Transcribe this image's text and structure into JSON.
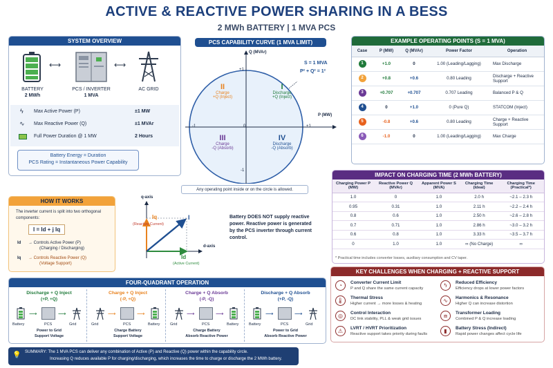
{
  "header": {
    "title": "ACTIVE & REACTIVE POWER SHARING IN A BESS",
    "subtitle": "2 MWh BATTERY  |  1 MVA PCS"
  },
  "system_overview": {
    "heading": "SYSTEM OVERVIEW",
    "battery_label": "BATTERY",
    "battery_value": "2 MWh",
    "pcs_label": "PCS / INVERTER",
    "pcs_value": "1 MVA",
    "grid_label": "AC GRID",
    "rows": [
      {
        "label": "Max Active Power (P)",
        "value": "±1 MW"
      },
      {
        "label": "Max Reactive Power (Q)",
        "value": "±1 MVAr"
      },
      {
        "label": "Full Power Duration @ 1 MW",
        "value": "2 Hours"
      }
    ],
    "note_line1": "Battery Energy = Duration",
    "note_line2": "PCS Rating = Instantaneous Power Capability"
  },
  "capability": {
    "heading": "PCS CAPABILITY CURVE (1 MVA LIMIT)",
    "q_axis": "Q (MVAr)",
    "p_axis": "P (MW)",
    "eq1": "S = 1 MVA",
    "eq2": "P² + Q² = 1²",
    "tick_pos": "+1",
    "tick_neg": "-1",
    "tick_zero": "0",
    "quadrants": [
      {
        "num": "II",
        "line1": "Charge",
        "line2": "+Q (Inject)",
        "color": "#e8821e"
      },
      {
        "num": "I",
        "line1": "Discharge",
        "line2": "+Q (Inject)",
        "color": "#1f7a3a"
      },
      {
        "num": "III",
        "line1": "Charge",
        "line2": "-Q (Absorb)",
        "color": "#6b3a96"
      },
      {
        "num": "IV",
        "line1": "Discharge",
        "line2": "-Q (Absorb)",
        "color": "#1f4f91"
      }
    ],
    "caption": "Any operating point inside or on the circle is allowed."
  },
  "operating_points": {
    "heading": "EXAMPLE OPERATING POINTS (S = 1 MVA)",
    "columns": [
      "Case",
      "P (MW)",
      "Q (MVAr)",
      "Power Factor",
      "Operation"
    ],
    "rows": [
      {
        "case": "1",
        "p": "+1.0",
        "q": "0",
        "pf": "1.00 (Leading/Lagging)",
        "op": "Max Discharge",
        "color": "#1f7a3a"
      },
      {
        "case": "2",
        "p": "+0.8",
        "q": "+0.6",
        "pf": "0.80 Leading",
        "op": "Discharge + Reactive Support",
        "color": "#f2a23a"
      },
      {
        "case": "3",
        "p": "+0.707",
        "q": "+0.707",
        "pf": "0.707 Leading",
        "op": "Balanced P & Q",
        "color": "#6b3a96"
      },
      {
        "case": "4",
        "p": "0",
        "q": "+1.0",
        "pf": "0 (Pure Q)",
        "op": "STATCOM (Inject)",
        "color": "#1f4f91"
      },
      {
        "case": "5",
        "p": "-0.8",
        "q": "+0.6",
        "pf": "0.80 Leading",
        "op": "Charge + Reactive Support",
        "color": "#e8621e"
      },
      {
        "case": "6",
        "p": "-1.0",
        "q": "0",
        "pf": "1.00 (Leading/Lagging)",
        "op": "Max Charge",
        "color": "#8a5ab8"
      }
    ]
  },
  "how_it_works": {
    "heading": "HOW IT WORKS",
    "intro": "The inverter current is split into two orthogonal components:",
    "formula": "I = Id + j Iq",
    "id_label": "Id",
    "id_text1": "→  Controls Active Power (P)",
    "id_text2": "(Charging / Discharging)",
    "iq_label": "Iq",
    "iq_text1": "→  Controls Reactive Power (Q)",
    "iq_text2": "(Voltage Support)"
  },
  "vector": {
    "q_axis": "q-axis",
    "d_axis": "d-axis",
    "iq": "Iq",
    "iq_sub": "(Reactive Current)",
    "id": "Id",
    "id_sub": "(Active Current)",
    "i": "I",
    "note": "Battery DOES NOT supply reactive power. Reactive power is generated by the PCS inverter through current control."
  },
  "impact": {
    "heading": "IMPACT ON CHARGING TIME (2 MWh BATTERY)",
    "columns": [
      "Charging Power P (MW)",
      "Reactive Power Q (MVAr)",
      "Apparent Power S (MVA)",
      "Charging Time (Ideal)",
      "Charging Time (Practical*)"
    ],
    "rows": [
      [
        "1.0",
        "0",
        "1.0",
        "2.0 h",
        "~2.1 – 2.3 h"
      ],
      [
        "0.95",
        "0.31",
        "1.0",
        "2.11 h",
        "~2.2 – 2.4 h"
      ],
      [
        "0.8",
        "0.6",
        "1.0",
        "2.50 h",
        "~2.6 – 2.8 h"
      ],
      [
        "0.7",
        "0.71",
        "1.0",
        "2.86 h",
        "~3.0 – 3.2 h"
      ],
      [
        "0.6",
        "0.8",
        "1.0",
        "3.33 h",
        "~3.5 – 3.7 h"
      ],
      [
        "0",
        "1.0",
        "1.0",
        "∞ (No Charge)",
        "∞"
      ]
    ],
    "footnote": "* Practical time includes converter losses, auxiliary consumption and CV taper."
  },
  "challenges": {
    "heading": "KEY CHALLENGES WHEN CHARGING + REACTIVE SUPPORT",
    "items": [
      {
        "title": "Converter Current Limit",
        "desc": "P and Q share the same current capacity",
        "icon": "gauge-icon"
      },
      {
        "title": "Reduced Efficiency",
        "desc": "Efficiency drops at lower power factors",
        "icon": "lightning-icon"
      },
      {
        "title": "Thermal Stress",
        "desc": "Higher current → more losses & heating",
        "icon": "thermometer-icon"
      },
      {
        "title": "Harmonics & Resonance",
        "desc": "Higher Q can increase distortion",
        "icon": "wave-icon"
      },
      {
        "title": "Control Interaction",
        "desc": "DC link stability, PLL & weak grid issues",
        "icon": "target-icon"
      },
      {
        "title": "Transformer Loading",
        "desc": "Combined P & Q increase loading",
        "icon": "transformer-icon"
      },
      {
        "title": "LVRT / HVRT Prioritization",
        "desc": "Reactive support takes priority during faults",
        "icon": "warning-icon"
      },
      {
        "title": "Battery Stress (Indirect)",
        "desc": "Rapid power changes affect cycle life",
        "icon": "battery-icon"
      }
    ]
  },
  "four_quadrant": {
    "heading": "FOUR-QUADRANT OPERATION",
    "items": [
      {
        "title": "Discharge + Q Inject",
        "sub": "(+P, +Q)",
        "left": "Battery",
        "right": "Grid",
        "pcs": "PCS",
        "cap1": "Power to Grid",
        "cap2": "Support Voltage",
        "color": "#1f7a3a"
      },
      {
        "title": "Charge + Q Inject",
        "sub": "(-P, +Q)",
        "left": "Grid",
        "right": "Battery",
        "pcs": "PCS",
        "cap1": "Charge Battery",
        "cap2": "Support Voltage",
        "color": "#e8821e"
      },
      {
        "title": "Charge + Q Absorb",
        "sub": "(-P, -Q)",
        "left": "Grid",
        "right": "Battery",
        "pcs": "PCS",
        "cap1": "Charge Battery",
        "cap2": "Absorb Reactive Power",
        "color": "#6b3a96"
      },
      {
        "title": "Discharge + Q Absorb",
        "sub": "(+P, -Q)",
        "left": "Battery",
        "right": "Grid",
        "pcs": "PCS",
        "cap1": "Power to Grid",
        "cap2": "Absorb Reactive Power",
        "color": "#1f4f91"
      }
    ]
  },
  "summary": {
    "line1": "SUMMARY: The 1 MVA PCS can deliver any combination of Active (P) and Reactive (Q) power within the capability circle.",
    "line2": "Increasing Q reduces available P for charging/discharging, which increases the time to charge or discharge the 2 MWh battery."
  }
}
